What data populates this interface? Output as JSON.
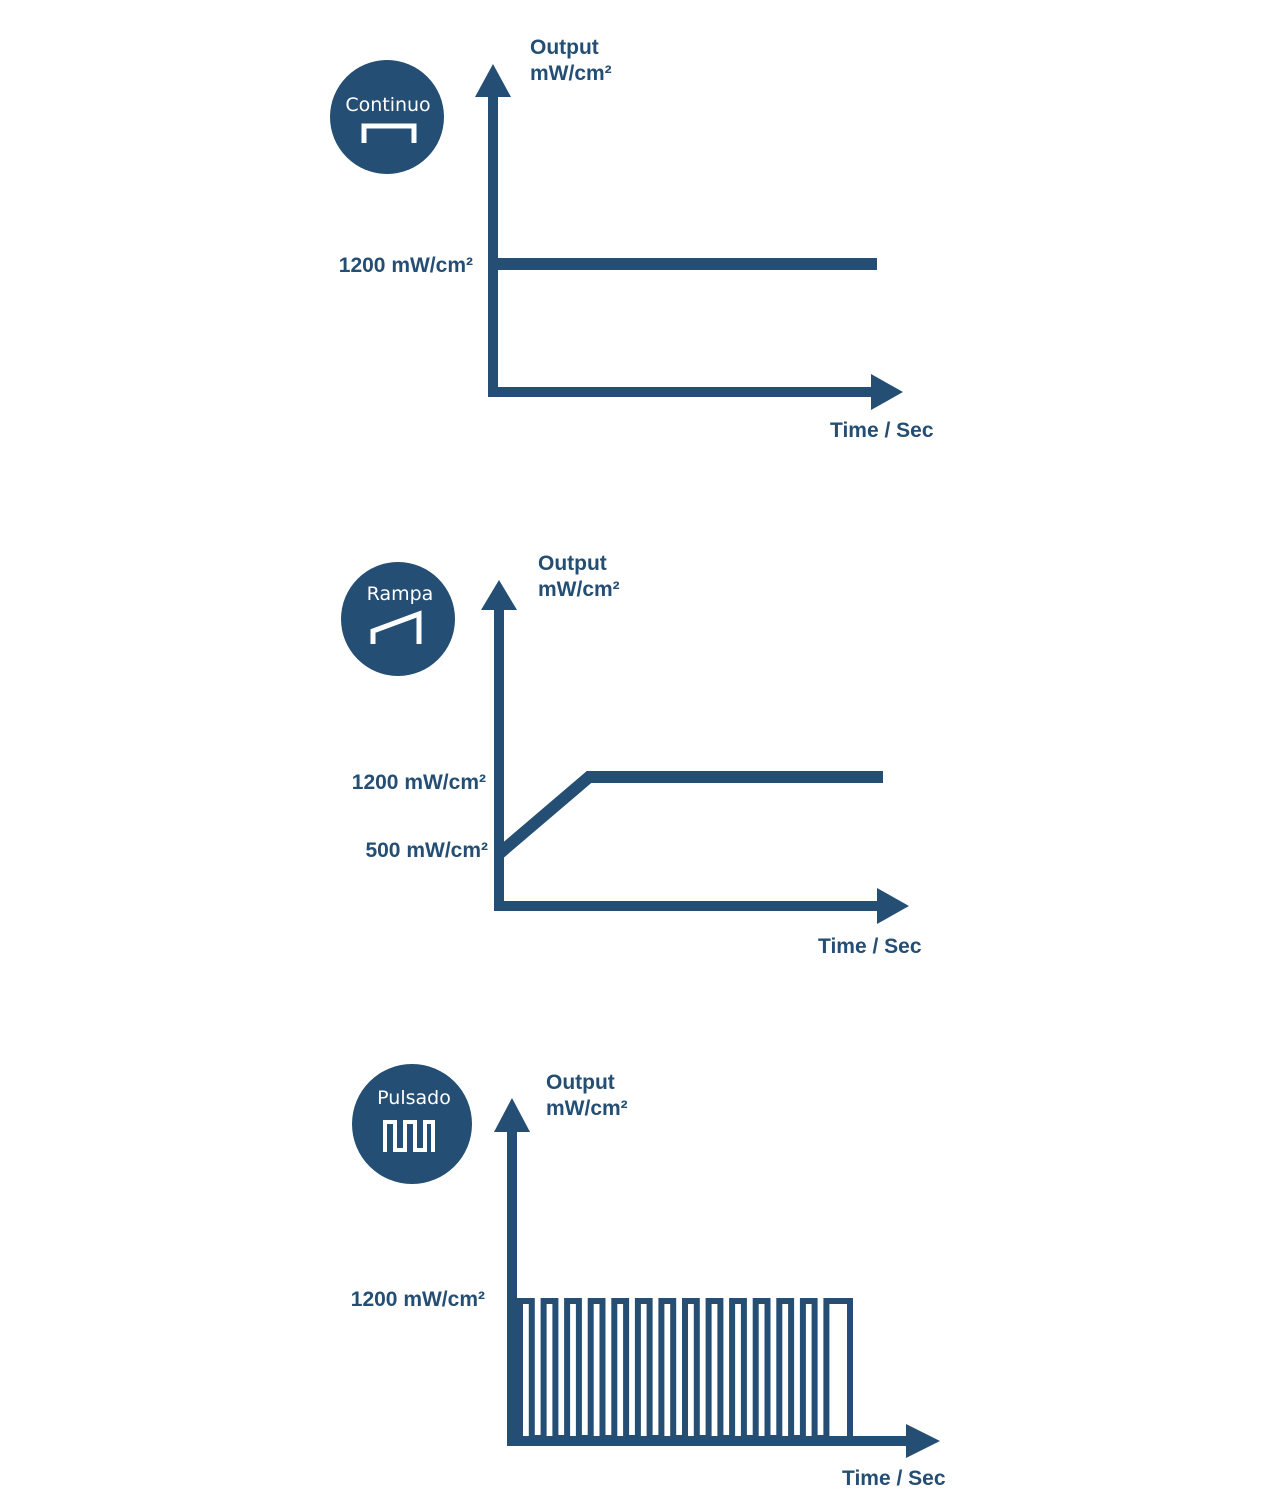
{
  "color": "#244e73",
  "panels": [
    {
      "mode": "continuo",
      "badge_label": "Continuo",
      "icon": "continuous-wave-icon",
      "y_axis_label_line1": "Output",
      "y_axis_label_line2": "mW/cm²",
      "x_axis_label": "Time / Sec",
      "level_labels": [
        "1200 mW/cm²"
      ],
      "output_profile": "constant 1200 mW/cm²"
    },
    {
      "mode": "rampa",
      "badge_label": "Rampa",
      "icon": "ramp-wave-icon",
      "y_axis_label_line1": "Output",
      "y_axis_label_line2": "mW/cm²",
      "x_axis_label": "Time / Sec",
      "level_labels": [
        "1200 mW/cm²",
        "500 mW/cm²"
      ],
      "output_profile": "ramp 500 → 1200 mW/cm², then constant"
    },
    {
      "mode": "pulsado",
      "badge_label": "Pulsado",
      "icon": "pulse-wave-icon",
      "y_axis_label_line1": "Output",
      "y_axis_label_line2": "mW/cm²",
      "x_axis_label": "Time / Sec",
      "level_labels": [
        "1200 mW/cm²"
      ],
      "pulse_count": 14,
      "output_profile": "pulsed 1200 mW/cm²"
    }
  ]
}
